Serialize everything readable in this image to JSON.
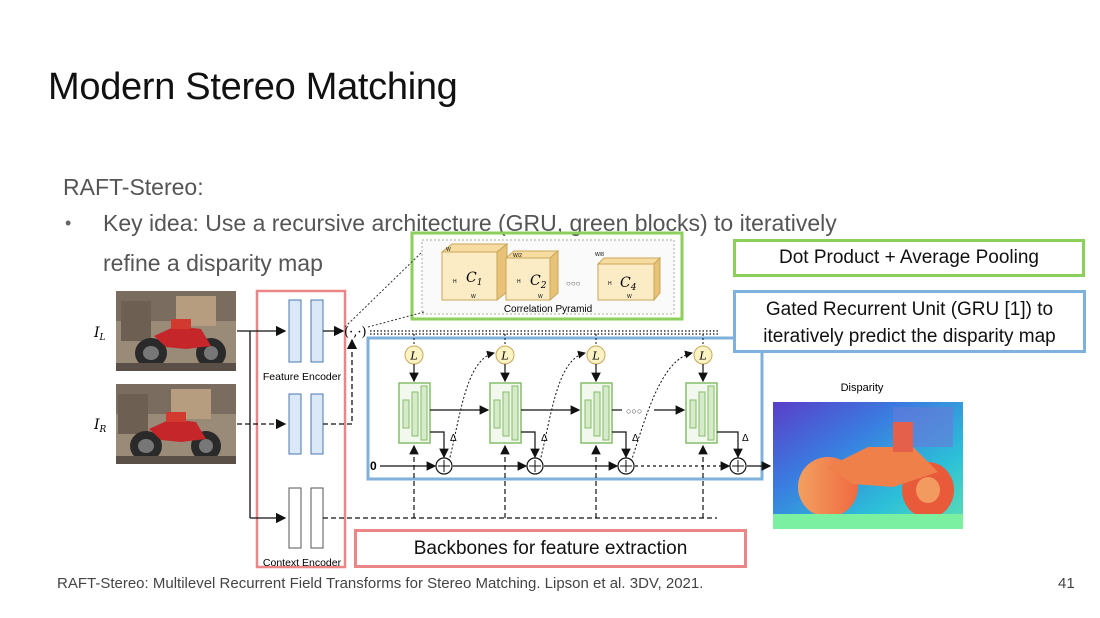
{
  "slide": {
    "title": "Modern Stereo Matching",
    "subtitle": "RAFT-Stereo:",
    "bullet_marker": "•",
    "bullet_line1": "Key idea: Use a recursive architecture (GRU, green blocks) to iteratively",
    "bullet_line2": "refine a disparity map",
    "citation": "RAFT-Stereo: Multilevel Recurrent Field Transforms for Stereo Matching. Lipson et al. 3DV, 2021.",
    "page_number": "41"
  },
  "callouts": {
    "correlation": "Dot Product + Average Pooling",
    "gru_line1": "Gated Recurrent Unit (GRU [1]) to",
    "gru_line2": "iteratively predict the disparity map",
    "backbones": "Backbones for feature extraction"
  },
  "diagram": {
    "input_left": "I",
    "input_left_sub": "L",
    "input_right": "I",
    "input_right_sub": "R",
    "feature_encoder": "Feature Encoder",
    "context_encoder": "Context Encoder",
    "correlation_pyramid": "Correlation Pyramid",
    "corr_volumes": [
      {
        "label": "C",
        "sub": "1",
        "top_dim": "W",
        "side_dim": "H",
        "bottom_dim": "W"
      },
      {
        "label": "C",
        "sub": "2",
        "top_dim": "W/2",
        "side_dim": "H",
        "bottom_dim": "W"
      },
      {
        "label": "C",
        "sub": "4",
        "top_dim": "W/8",
        "side_dim": "H",
        "bottom_dim": "W"
      }
    ],
    "ellipsis": "○○○",
    "tuple_label": "(·,·)",
    "lookup_label": "L",
    "delta_label": "Δ",
    "zero_label": "0",
    "disparity_label": "Disparity"
  },
  "colors": {
    "green_box": "#8ccf5a",
    "blue_box": "#7fb1dc",
    "red_box": "#ec8686",
    "encoder_block_fill": "#dbe8f8",
    "gru_block": "#86bd6a",
    "lookup_fill": "#fbf3c4"
  }
}
